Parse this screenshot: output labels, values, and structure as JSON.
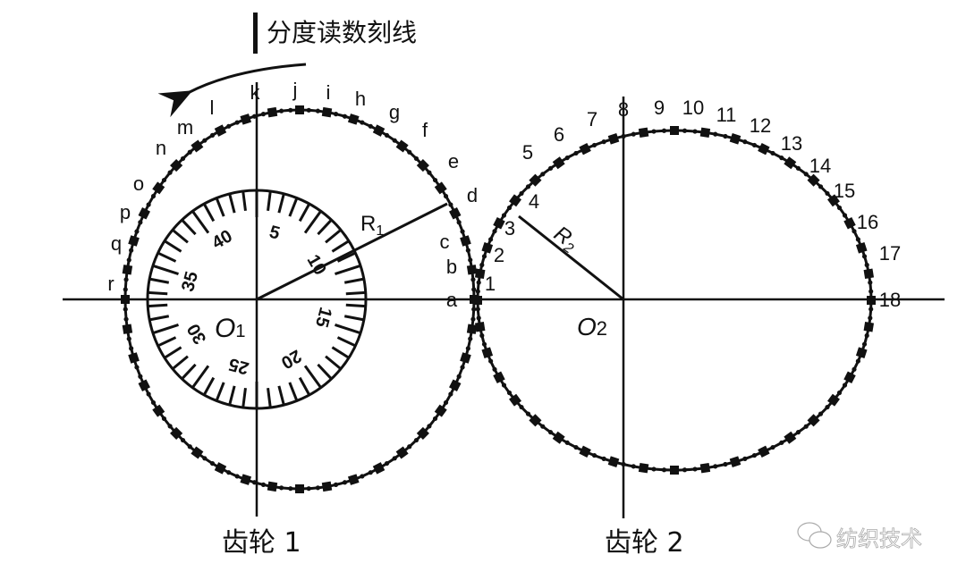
{
  "title": "分度读数刻线",
  "gear1": {
    "caption": "齿轮 1",
    "center_label": "O",
    "center_sub": "1",
    "radius_label": "R",
    "radius_sub": "1",
    "marks": [
      "a",
      "b",
      "c",
      "d",
      "e",
      "f",
      "g",
      "h",
      "i",
      "j",
      "k",
      "l",
      "m",
      "n",
      "o",
      "p",
      "q",
      "r"
    ],
    "dial_labels": [
      "5",
      "10",
      "15",
      "20",
      "25",
      "30",
      "35",
      "40"
    ],
    "dial_divisions": 40
  },
  "gear2": {
    "caption": "齿轮 2",
    "center_label": "O",
    "center_sub": "2",
    "radius_label": "R",
    "radius_sub": "2",
    "marks": [
      "1",
      "2",
      "3",
      "4",
      "5",
      "6",
      "7",
      "8",
      "9",
      "10",
      "11",
      "12",
      "13",
      "14",
      "15",
      "16",
      "17",
      "18"
    ]
  },
  "watermark": "纺织技术"
}
